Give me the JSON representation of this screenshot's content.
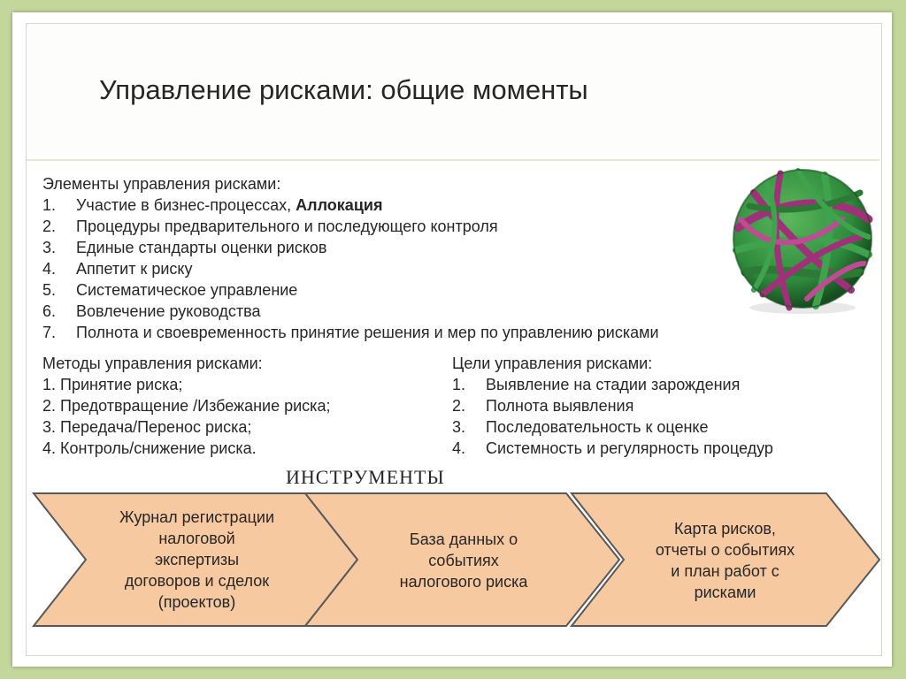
{
  "title": "Управление рисками: общие моменты",
  "elements": {
    "heading": "Элементы управления рисками:",
    "items": [
      {
        "num": "1.",
        "text": "Участие в бизнес-процессах, ",
        "bold": "Аллокация"
      },
      {
        "num": "2.",
        "text": "Процедуры предварительного и последующего контроля",
        "bold": ""
      },
      {
        "num": "3.",
        "text": "Единые стандарты оценки рисков",
        "bold": ""
      },
      {
        "num": "4.",
        "text": "Аппетит к риску",
        "bold": ""
      },
      {
        "num": "5.",
        "text": "Систематическое управление",
        "bold": ""
      },
      {
        "num": "6.",
        "text": "Вовлечение руководства",
        "bold": ""
      },
      {
        "num": "7.",
        "text": "Полнота и своевременность принятие решения и мер по управлению рисками",
        "bold": ""
      }
    ]
  },
  "methods": {
    "heading": "Методы управления рисками:",
    "items": [
      "1. Принятие риска;",
      "2. Предотвращение /Избежание риска;",
      "3. Передача/Перенос риска;",
      "4. Контроль/снижение риска."
    ]
  },
  "goals": {
    "heading": "Цели управления рисками:",
    "items": [
      {
        "num": "1.",
        "text": "Выявление на стадии зарождения"
      },
      {
        "num": "2.",
        "text": "Полнота выявления"
      },
      {
        "num": "3.",
        "text": "Последовательность к оценке"
      },
      {
        "num": "4.",
        "text": "Системность и регулярность процедур"
      }
    ]
  },
  "tools": {
    "heading": "ИНСТРУМЕНТЫ",
    "arrows": [
      {
        "lines": [
          "Журнал регистрации",
          "налоговой",
          "экспертизы",
          "договоров и сделок",
          "(проектов)"
        ]
      },
      {
        "lines": [
          "База данных о",
          "событиях",
          "налогового риска"
        ]
      },
      {
        "lines": [
          "Карта рисков,",
          "отчеты о событиях",
          "и план работ с",
          "рисками"
        ]
      }
    ]
  },
  "colors": {
    "background": "#c3d79c",
    "arrow_fill": "#f7c9a0",
    "arrow_stroke": "#595959",
    "ball_green": "#2e8b3c",
    "ball_magenta": "#a0307a"
  },
  "icons": {
    "image": "rubber-band-ball-icon"
  }
}
